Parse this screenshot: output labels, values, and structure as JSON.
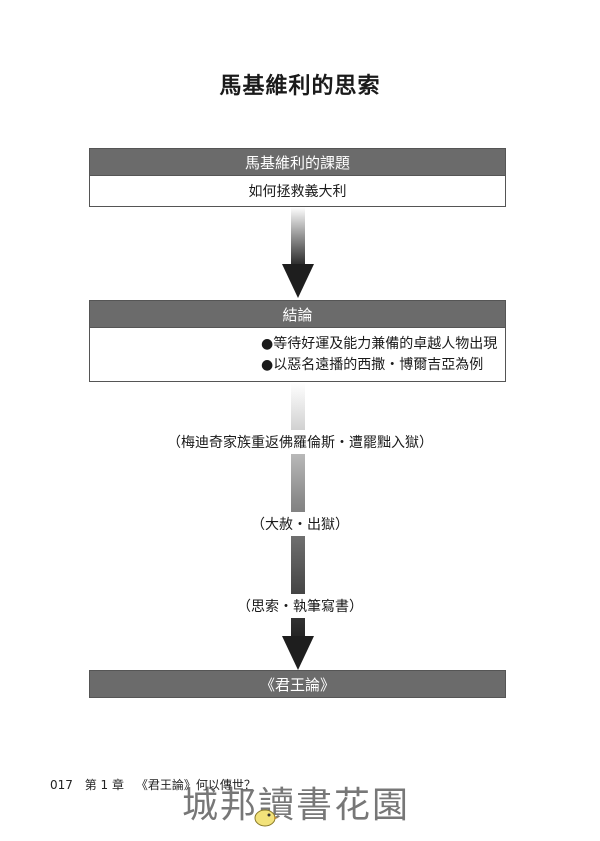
{
  "title": "馬基維利的思索",
  "issue": {
    "header": "馬基維利的課題",
    "body": "如何拯救義大利"
  },
  "conclusion": {
    "header": "結論",
    "lines": [
      "●等待好運及能力兼備的卓越人物出現",
      "●以惡名遠播的西撒・博爾吉亞為例"
    ]
  },
  "steps": [
    "（梅迪奇家族重返佛羅倫斯・遭罷黜入獄）",
    "（大赦・出獄）",
    "（思索・執筆寫書）"
  ],
  "result": "《君王論》",
  "footer": {
    "page_number": "017",
    "chapter": "第 1 章",
    "chapter_title": "《君王論》何以傳世？"
  },
  "watermark": "城邦讀書花園",
  "colors": {
    "header_bg": "#6b6b6b",
    "arrow": "#1e1e1e"
  }
}
